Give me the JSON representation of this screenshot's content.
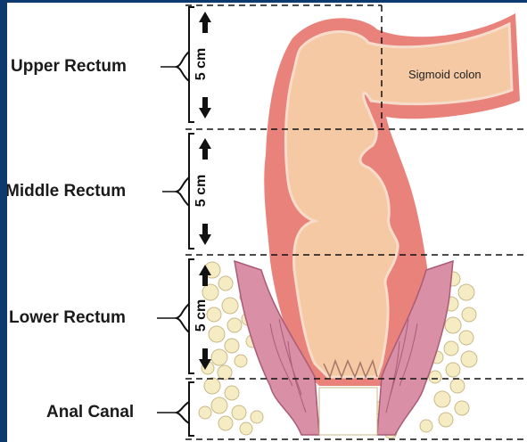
{
  "labels": {
    "upper": "Upper Rectum",
    "middle": "Middle Rectum",
    "lower": "Lower Rectum",
    "anal": "Anal Canal",
    "sigmoid": "Sigmoid colon",
    "dim_upper": "5 cm",
    "dim_middle": "5 cm",
    "dim_lower": "5 cm"
  },
  "colors": {
    "wall_outer": "#e8827a",
    "wall_inner": "#f4b7a6",
    "lumen": "#f4c9a3",
    "muscle": "#d98fa6",
    "fat": "#f6ecc4",
    "background_border": "#0d3a6e"
  }
}
